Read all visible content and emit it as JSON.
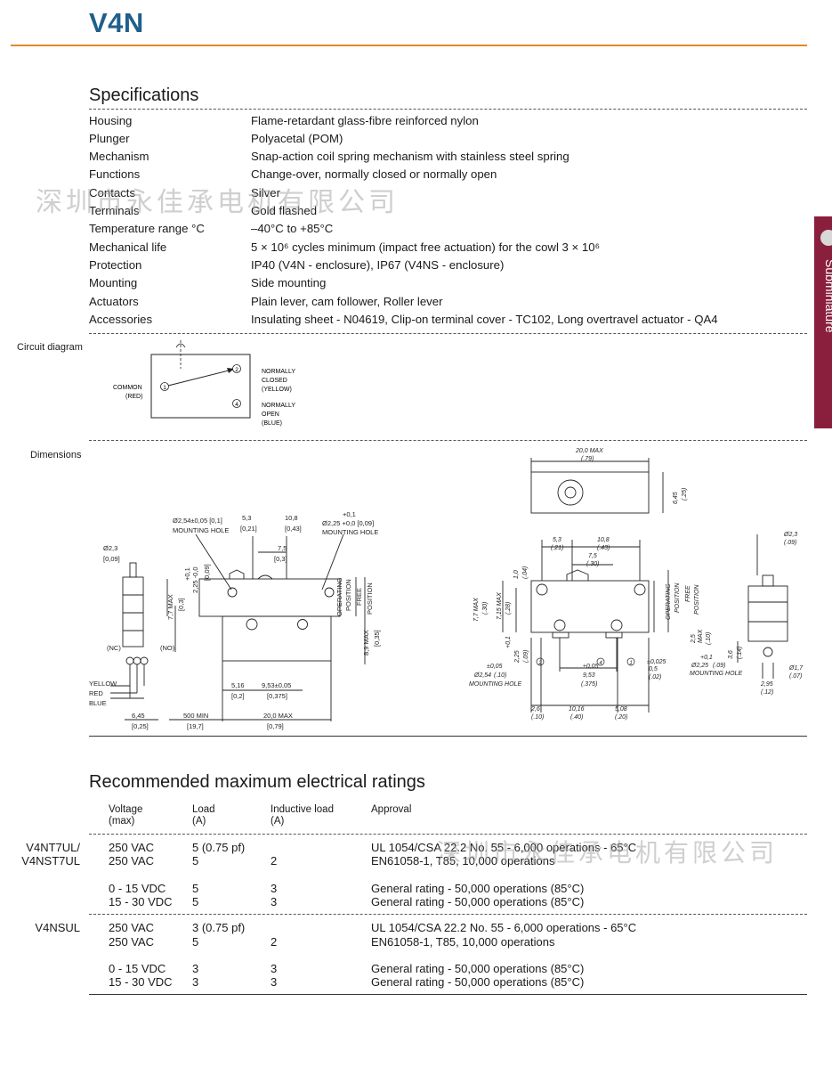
{
  "header": {
    "title": "V4N"
  },
  "side_tab": {
    "label": "Subminiature"
  },
  "specifications": {
    "heading": "Specifications",
    "rows": [
      {
        "label": "Housing",
        "value": "Flame-retardant glass-fibre reinforced nylon"
      },
      {
        "label": "Plunger",
        "value": "Polyacetal (POM)"
      },
      {
        "label": "Mechanism",
        "value": "Snap-action coil spring mechanism with stainless steel spring"
      },
      {
        "label": "Functions",
        "value": "Change-over, normally closed or normally open"
      },
      {
        "label": "Contacts",
        "value": "Silver"
      },
      {
        "label": "Terminals",
        "value": "Gold flashed"
      },
      {
        "label": "Temperature range °C",
        "value": "–40°C to +85°C"
      },
      {
        "label": "Mechanical life",
        "value": "5 × 10⁶ cycles minimum (impact free actuation) for the cowl 3 × 10⁶"
      },
      {
        "label": "Protection",
        "value": "IP40 (V4N - enclosure), IP67 (V4NS - enclosure)"
      },
      {
        "label": "Mounting",
        "value": "Side mounting"
      },
      {
        "label": "Actuators",
        "value": "Plain lever, cam follower, Roller lever"
      },
      {
        "label": "Accessories",
        "value": "Insulating sheet - N04619, Clip-on terminal cover - TC102, Long overtravel actuator - QA4"
      }
    ]
  },
  "watermarks": [
    "深圳市永佳承电机有限公司",
    "深圳市永佳承电机有限公司"
  ],
  "circuit": {
    "label": "Circuit diagram",
    "common": "COMMON",
    "common_color": "(RED)",
    "terminal_1": "1",
    "terminal_2": "2",
    "terminal_4": "4",
    "nc_1": "NORMALLY",
    "nc_2": "CLOSED",
    "nc_3": "(YELLOW)",
    "no_1": "NORMALLY",
    "no_2": "OPEN",
    "no_3": "(BLUE)"
  },
  "dimensions": {
    "label": "Dimensions",
    "left": {
      "d23": "Ø2,3",
      "d23in": "[0,09]",
      "nc": "(NC)",
      "no": "(NO)",
      "yellow": "YELLOW",
      "red": "RED",
      "blue": "BLUE",
      "w645": "6,45",
      "w645in": "[0,25]",
      "w500": "500 MIN",
      "w500in": "[19,7]",
      "w200": "20,0 MAX",
      "w200in": "[0,79]",
      "h77": "7,7 MAX",
      "h77in": "[0,3]",
      "h89": "8,9 MAX",
      "h89in": "[0,35]",
      "t01": "+0,1",
      "t225": "2,25 -0,0",
      "t225in": "[0,09]",
      "mh1a": "Ø2,54±0,05 [0,1]",
      "mh1b": "MOUNTING HOLE",
      "mh2t": "+0,1",
      "mh2a": "Ø2,25 +0,0 [0,09]",
      "mh2b": "MOUNTING HOLE",
      "d53": "5,3",
      "d53in": "[0,21]",
      "d108": "10,8",
      "d108in": "[0,43]",
      "d75": "7,5",
      "d75in": "[0,3]",
      "d516": "5,16",
      "d516in": "[0,2]",
      "d953": "9,53±0,05",
      "d953in": "[0,375]",
      "op": "OPERATING",
      "pos1": "POSITION",
      "free": "FREE",
      "pos2": "POSITION"
    },
    "right": {
      "top_w": "20,0 MAX",
      "top_win": "(.79)",
      "top_h": "6,45",
      "top_hin": "(.25)",
      "d53": "5,3",
      "d53in": "(.21)",
      "d108": "10,8",
      "d108in": "(.43)",
      "d75": "7,5",
      "d75in": "(.30)",
      "d10": "1,0",
      "d10in": "(.04)",
      "h77": "7,7 MAX",
      "h77in": "(.30)",
      "h715": "7,15 MAX",
      "h715in": "(.28)",
      "d225": "2,25",
      "d225in": "(.09)",
      "d01": "+0,1",
      "d254a": "Ø2,54",
      "d254b": "±0,05",
      "d254c": "(.10)",
      "mh": "MOUNTING HOLE",
      "t005": "±0,05",
      "d953": "9,53",
      "d953in": "(.375)",
      "t0025": "±0,025",
      "d05": "0,5",
      "d05in": "(.02)",
      "mh2t": "+0,1",
      "mh2a": "Ø2,25",
      "mh2in": "(.09)",
      "mh2b": "MOUNTING HOLE",
      "d26": "2,6",
      "d26in": "(.10)",
      "d1016": "10,16",
      "d1016in": "(.40)",
      "d508": "5,08",
      "d508in": "(.20)",
      "op": "OPERATING",
      "pos1": "POSITION",
      "free": "FREE",
      "pos2": "POSITION",
      "h25": "2,5",
      "h25in": "(.10)",
      "max": "MAX",
      "c1": "1",
      "c2": "2",
      "c4": "4",
      "s23": "Ø2,3",
      "s23in": "(.09)",
      "s36": "3,6",
      "s36in": "(.14)",
      "s295": "2,95",
      "s295in": "(.12)",
      "s17": "Ø1,7",
      "s17in": "(.07)"
    }
  },
  "ratings": {
    "heading": "Recommended maximum electrical ratings",
    "headers": {
      "voltage": "Voltage",
      "voltage_unit": "(max)",
      "load": "Load",
      "load_unit": "(A)",
      "inductive": "Inductive load",
      "inductive_unit": "(A)",
      "approval": "Approval"
    },
    "groups": [
      {
        "label_1": "V4NT7UL/",
        "label_2": "V4NST7UL",
        "rows": [
          {
            "voltage": "250 VAC",
            "load": "5 (0.75 pf)",
            "inductive": "",
            "approval": "UL 1054/CSA 22.2 No. 55 - 6,000 operations - 65°C"
          },
          {
            "voltage": "250 VAC",
            "load": "5",
            "inductive": "2",
            "approval": "EN61058-1, T85, 10,000 operations"
          },
          {
            "voltage": "0 - 15 VDC",
            "load": "5",
            "inductive": "3",
            "approval": "General rating - 50,000 operations (85°C)"
          },
          {
            "voltage": "15 - 30 VDC",
            "load": "5",
            "inductive": "3",
            "approval": "General rating - 50,000 operations (85°C)"
          }
        ]
      },
      {
        "label_1": "V4NSUL",
        "label_2": "",
        "rows": [
          {
            "voltage": "250 VAC",
            "load": "3 (0.75 pf)",
            "inductive": "",
            "approval": "UL 1054/CSA 22.2 No. 55 - 6,000 operations - 65°C"
          },
          {
            "voltage": "250 VAC",
            "load": "5",
            "inductive": "2",
            "approval": "EN61058-1, T85, 10,000 operations"
          },
          {
            "voltage": "0 - 15 VDC",
            "load": "3",
            "inductive": "3",
            "approval": "General rating - 50,000 operations (85°C)"
          },
          {
            "voltage": "15 - 30 VDC",
            "load": "3",
            "inductive": "3",
            "approval": "General rating - 50,000 operations (85°C)"
          }
        ]
      }
    ]
  }
}
